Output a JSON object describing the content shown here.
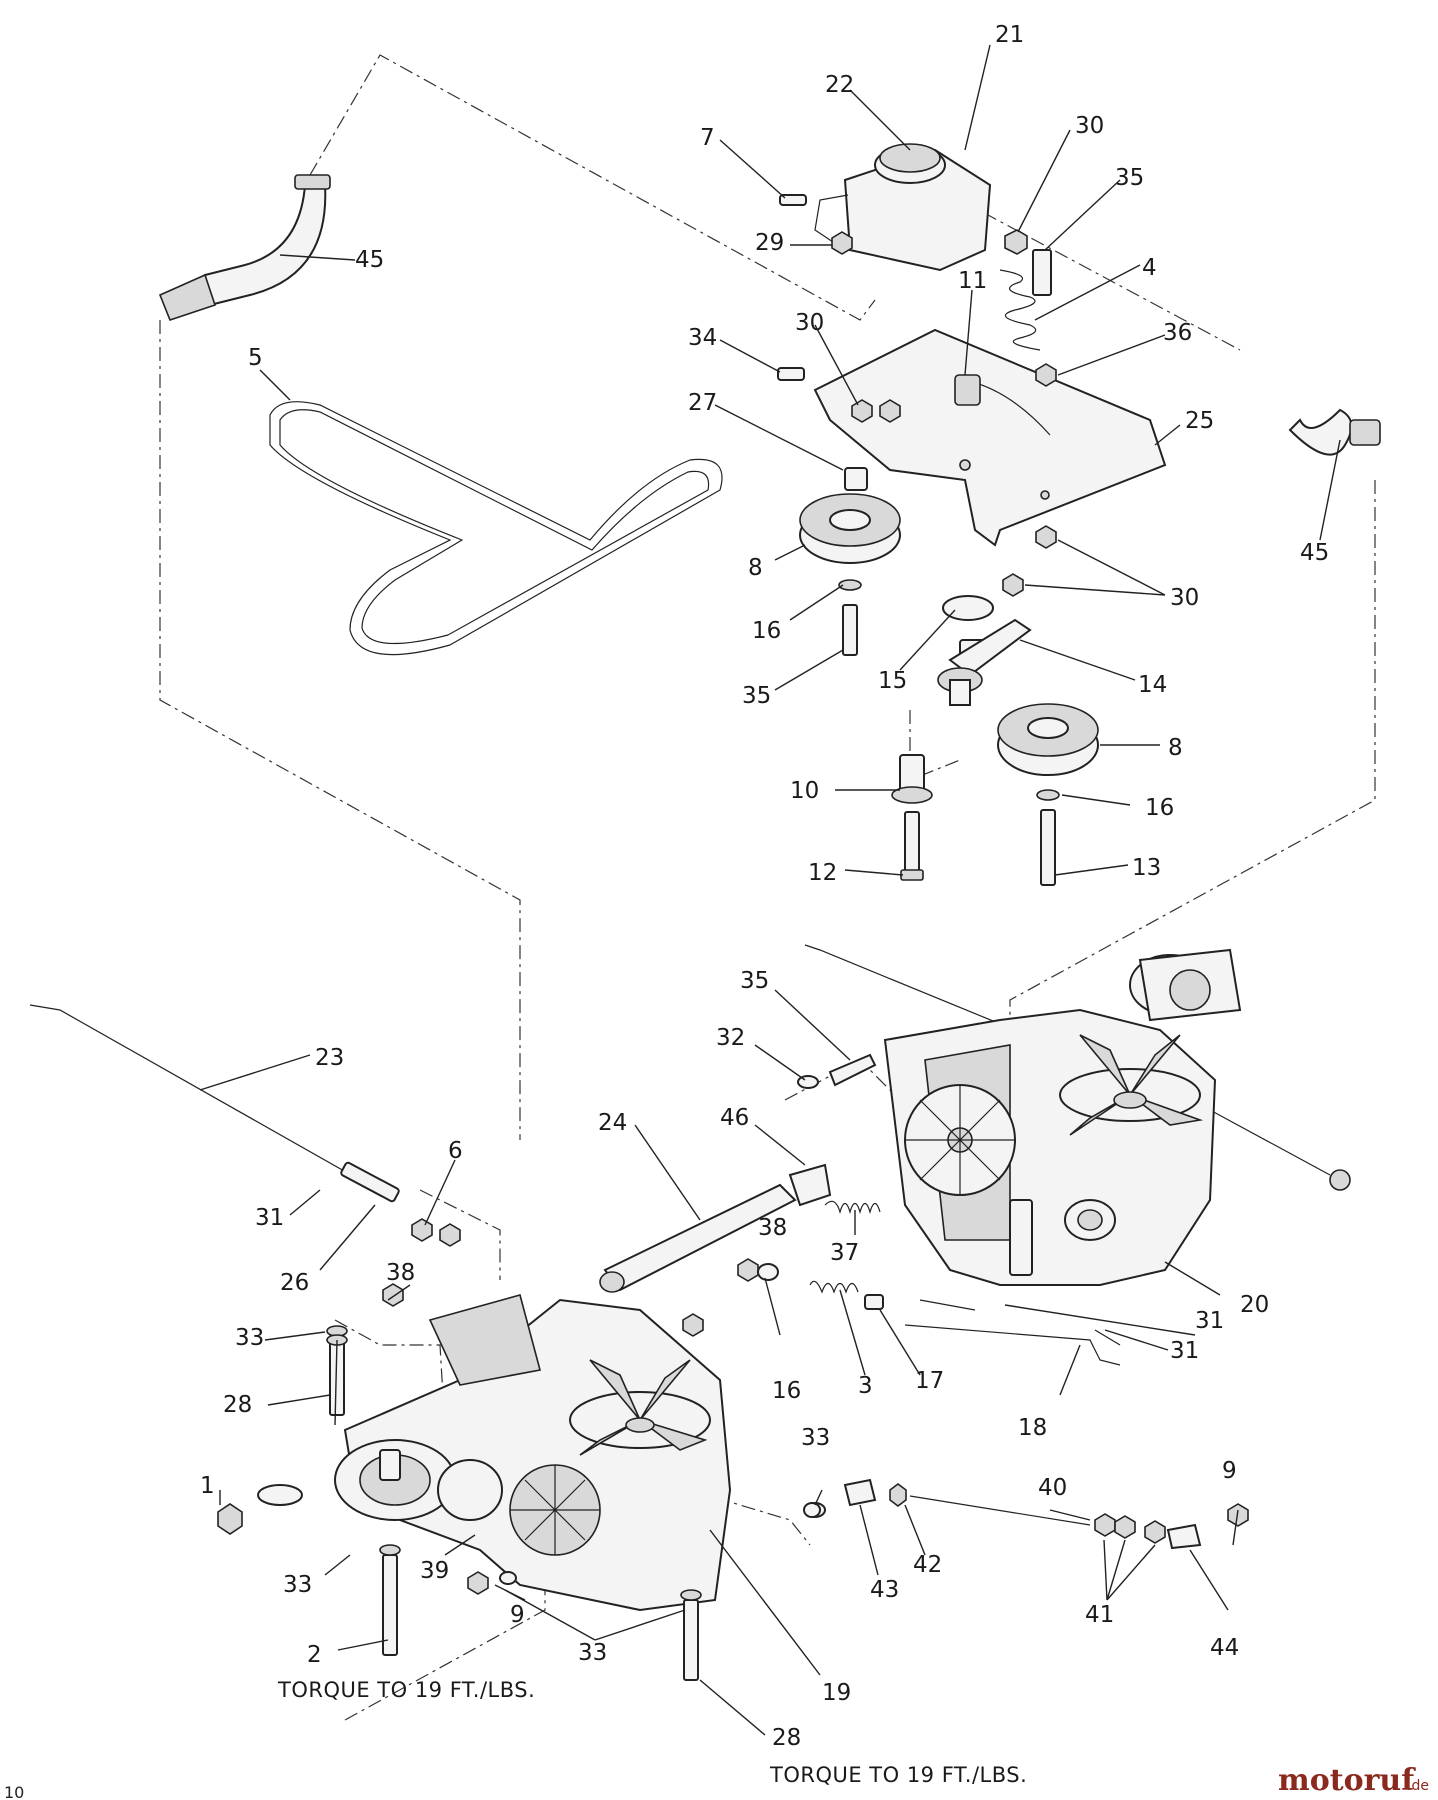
{
  "labels": [
    {
      "id": "21",
      "text": "21"
    },
    {
      "id": "22",
      "text": "22"
    },
    {
      "id": "7",
      "text": "7"
    },
    {
      "id": "30a",
      "text": "30"
    },
    {
      "id": "35a",
      "text": "35"
    },
    {
      "id": "29",
      "text": "29"
    },
    {
      "id": "45a",
      "text": "45"
    },
    {
      "id": "11",
      "text": "11"
    },
    {
      "id": "4",
      "text": "4"
    },
    {
      "id": "34",
      "text": "34"
    },
    {
      "id": "30b",
      "text": "30"
    },
    {
      "id": "36",
      "text": "36"
    },
    {
      "id": "5",
      "text": "5"
    },
    {
      "id": "27",
      "text": "27"
    },
    {
      "id": "25",
      "text": "25"
    },
    {
      "id": "45b",
      "text": "45"
    },
    {
      "id": "8a",
      "text": "8"
    },
    {
      "id": "30c",
      "text": "30"
    },
    {
      "id": "16a",
      "text": "16"
    },
    {
      "id": "15",
      "text": "15"
    },
    {
      "id": "14",
      "text": "14"
    },
    {
      "id": "35b",
      "text": "35"
    },
    {
      "id": "8b",
      "text": "8"
    },
    {
      "id": "10",
      "text": "10"
    },
    {
      "id": "16b",
      "text": "16"
    },
    {
      "id": "12",
      "text": "12"
    },
    {
      "id": "13",
      "text": "13"
    },
    {
      "id": "35c",
      "text": "35"
    },
    {
      "id": "32",
      "text": "32"
    },
    {
      "id": "23",
      "text": "23"
    },
    {
      "id": "24",
      "text": "24"
    },
    {
      "id": "46",
      "text": "46"
    },
    {
      "id": "6",
      "text": "6"
    },
    {
      "id": "31a",
      "text": "31"
    },
    {
      "id": "37",
      "text": "37"
    },
    {
      "id": "26",
      "text": "26"
    },
    {
      "id": "38a",
      "text": "38"
    },
    {
      "id": "38b",
      "text": "38"
    },
    {
      "id": "20",
      "text": "20"
    },
    {
      "id": "31b",
      "text": "31"
    },
    {
      "id": "31c",
      "text": "31"
    },
    {
      "id": "33a",
      "text": "33"
    },
    {
      "id": "16c",
      "text": "16"
    },
    {
      "id": "3",
      "text": "3"
    },
    {
      "id": "17",
      "text": "17"
    },
    {
      "id": "28a",
      "text": "28"
    },
    {
      "id": "18",
      "text": "18"
    },
    {
      "id": "33b",
      "text": "33"
    },
    {
      "id": "9a",
      "text": "9"
    },
    {
      "id": "1",
      "text": "1"
    },
    {
      "id": "40",
      "text": "40"
    },
    {
      "id": "42",
      "text": "42"
    },
    {
      "id": "33c",
      "text": "33"
    },
    {
      "id": "39",
      "text": "39"
    },
    {
      "id": "43",
      "text": "43"
    },
    {
      "id": "41",
      "text": "41"
    },
    {
      "id": "9b",
      "text": "9"
    },
    {
      "id": "44",
      "text": "44"
    },
    {
      "id": "33d",
      "text": "33"
    },
    {
      "id": "2",
      "text": "2"
    },
    {
      "id": "19",
      "text": "19"
    },
    {
      "id": "28b",
      "text": "28"
    }
  ],
  "notes": {
    "torque_left": "TORQUE TO 19 FT./LBS.",
    "torque_bottom": "TORQUE TO 19 FT./LBS."
  },
  "footer": {
    "page_number": "10",
    "logo_main": "motoruf",
    "logo_tld": ".de"
  }
}
